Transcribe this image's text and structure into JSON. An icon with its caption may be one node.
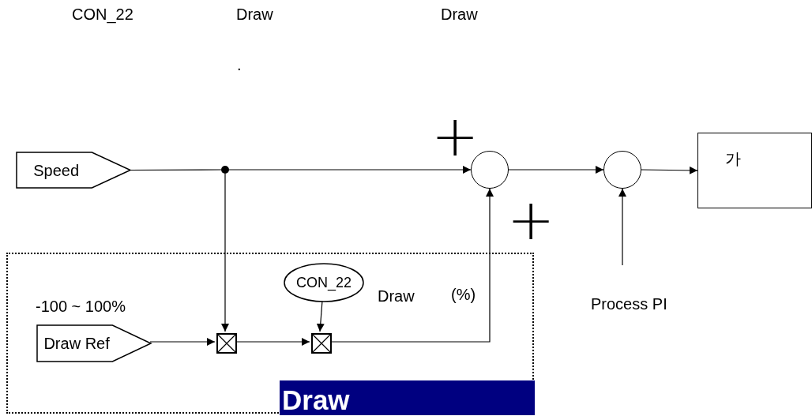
{
  "diagram": {
    "nodes": [
      {
        "text": [],
        "shape": "box"
      },
      {
        "text": [
          "Speed"
        ]
      },
      {
        "text": [],
        "shape": "circle"
      },
      {
        "text": [],
        "shape": "circle"
      },
      {
        "text": [],
        "shape": "circle"
      },
      {
        "text": [
          "가"
        ]
      },
      {
        "text": [
          "Draw Ref"
        ],
        "beside": [
          "-100 ~ 100%"
        ],
        "in": 0
      },
      {
        "text": [],
        "shape": "box",
        "in": 0
      },
      {
        "text": [
          "CON_22"
        ],
        "beside": [
          "Draw"
        ],
        "in": 0
      },
      {
        "text": [],
        "shape": "box",
        "in": 0
      },
      {
        "text": [
          "Draw"
        ],
        "in": 0
      },
      {
        "text": [
          "Process PI"
        ]
      }
    ],
    "edges": [
      {
        "from": 1,
        "to": 2,
        "arrow": "none"
      },
      {
        "from": 2,
        "to": 3,
        "arrow": "to"
      },
      {
        "from": 3,
        "to": 4,
        "arrow": "to"
      },
      {
        "from": 4,
        "to": 5,
        "arrow": "to"
      },
      {
        "from": 2,
        "to": 7,
        "arrow": "to"
      },
      {
        "from": 6,
        "to": 7,
        "arrow": "to"
      },
      {
        "from": 7,
        "to": 9,
        "arrow": "to"
      },
      {
        "from": 8,
        "to": 9,
        "arrow": "to"
      },
      {
        "from": 9,
        "to": 3,
        "arrow": "to"
      },
      {
        "from": 11,
        "to": 4,
        "arrow": "to"
      }
    ],
    "labels": [
      "CON_22",
      "Draw",
      "Draw",
      ".",
      "+",
      "+",
      "(%)"
    ]
  }
}
